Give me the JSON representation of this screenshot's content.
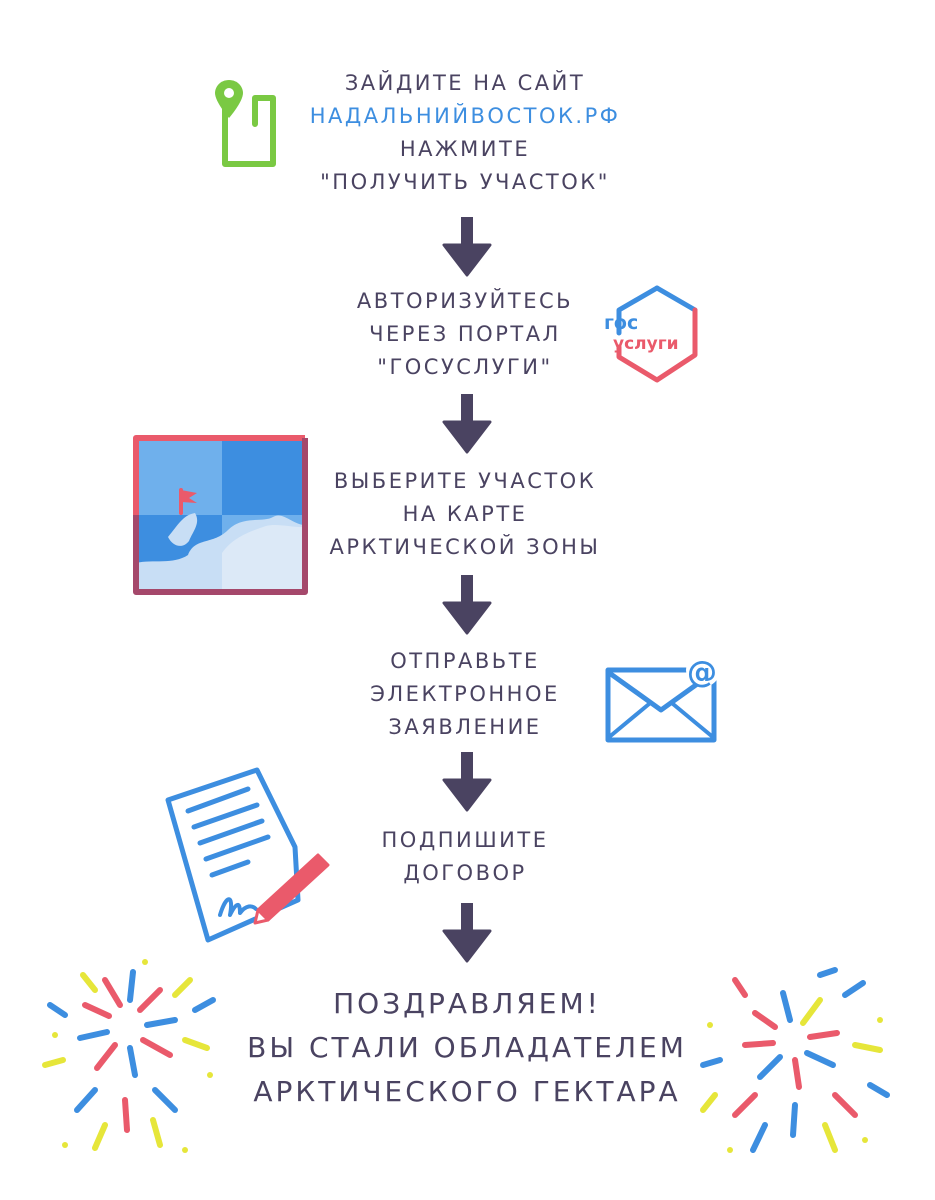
{
  "steps": [
    {
      "lines": [
        "Зайдите на сайт"
      ],
      "link": "надальнийвосток.рф",
      "lines_after": [
        "нажмите",
        "\"получить участок\""
      ],
      "icon": "land-plot-pin-icon"
    },
    {
      "lines": [
        "Авторизуйтесь",
        "через портал",
        "\"Госуслуги\""
      ],
      "icon": "gosuslugi-logo-icon"
    },
    {
      "lines": [
        "Выберите участок",
        "на карте",
        "арктической зоны"
      ],
      "icon": "arctic-map-icon"
    },
    {
      "lines": [
        "Отправьте",
        "электронное",
        "заявление"
      ],
      "icon": "email-envelope-icon"
    },
    {
      "lines": [
        "Подпишите",
        "договор"
      ],
      "icon": "contract-signature-icon"
    }
  ],
  "final": {
    "lines": [
      "Поздравляем!",
      "Вы стали обладателем",
      "арктического гектара"
    ]
  },
  "gosuslugi_logo": {
    "top": "гос",
    "bottom": "услуги"
  },
  "colors": {
    "text": "#4a4361",
    "arrow": "#4a4361",
    "green": "#7ac943",
    "blue": "#3d8ee0",
    "red": "#ea5a6b",
    "yellow": "#e6e63a"
  }
}
